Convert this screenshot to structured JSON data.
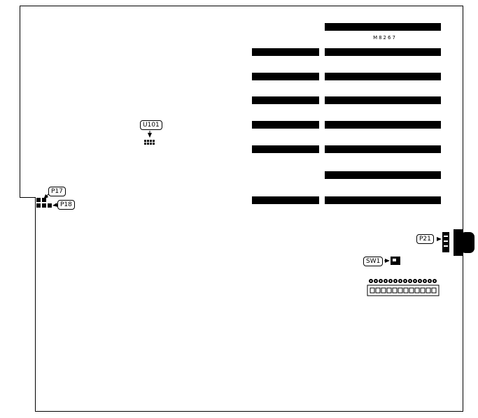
{
  "diagram": {
    "model_text": "M8267",
    "labels": {
      "u101": "U101",
      "p17": "P17",
      "p18": "P18",
      "p21": "P21",
      "sw1": "SW1"
    }
  }
}
